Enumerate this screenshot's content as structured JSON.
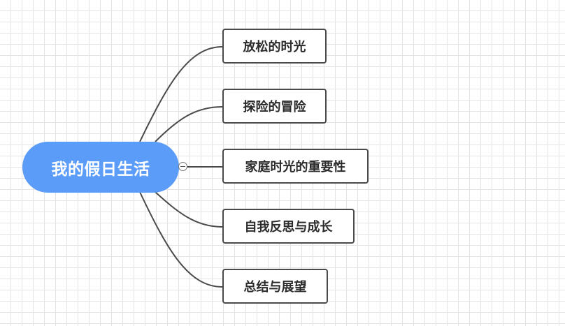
{
  "mindmap": {
    "root": {
      "label": "我的假日生活",
      "color": "#5a9cf8"
    },
    "children": [
      {
        "label": "放松的时光"
      },
      {
        "label": "探险的冒险"
      },
      {
        "label": "家庭时光的重要性"
      },
      {
        "label": "自我反思与成长"
      },
      {
        "label": "总结与展望"
      }
    ],
    "connector_color": "#4a4a4a",
    "toggle_icon": "collapse-minus-icon"
  }
}
